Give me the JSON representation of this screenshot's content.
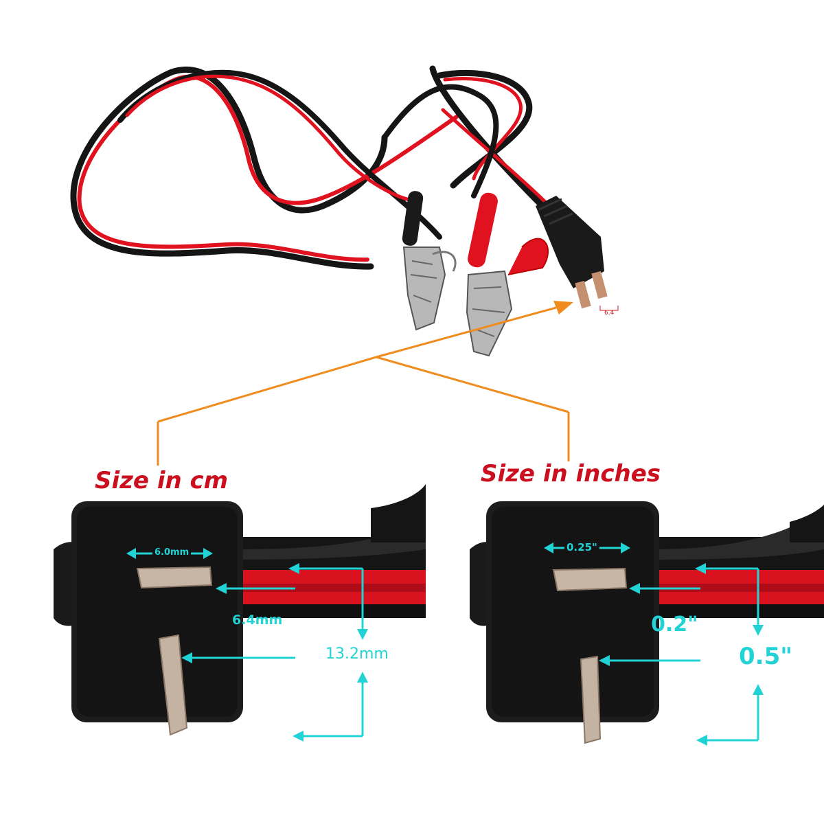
{
  "colors": {
    "accent_cyan": "#22d3d6",
    "leader_orange": "#f08c1e",
    "title_red": "#cc0f1e",
    "wire_red": "#e0121f",
    "wire_black": "#151515",
    "clip_metal": "#b8b8b8",
    "plug_body": "#1a1a1a"
  },
  "product": {
    "parts": [
      "two-core red/black cable",
      "black alligator clip",
      "red alligator clip",
      "two-pin plug"
    ],
    "small_dimension_mark": "6.4"
  },
  "panels": [
    {
      "title": "Size in cm",
      "blade_width": "6.0mm",
      "pin_offset": "6.4mm",
      "total_span": "13.2mm"
    },
    {
      "title": "Size in inches",
      "blade_width": "0.25\"",
      "pin_offset": "0.2\"",
      "total_span": "0.5\""
    }
  ]
}
